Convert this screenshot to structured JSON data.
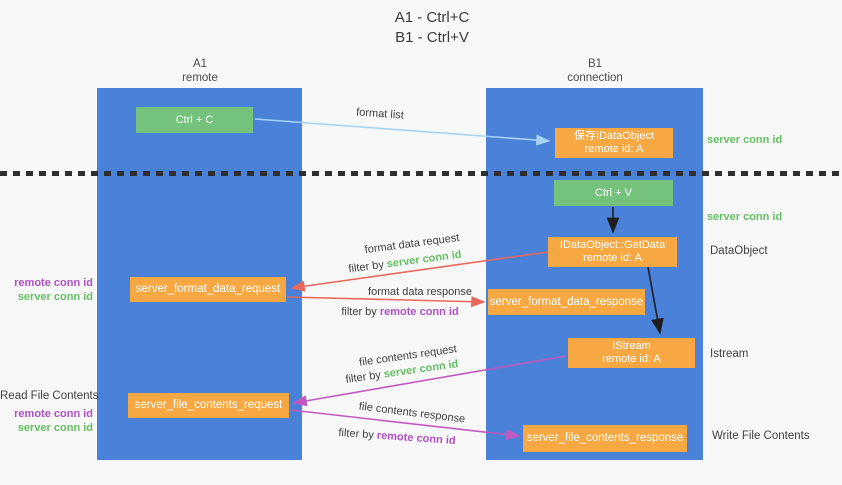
{
  "title": {
    "line1": "A1 - Ctrl+C",
    "line2": "B1 - Ctrl+V"
  },
  "columns": {
    "a1": {
      "title": "A1",
      "subtitle": "remote"
    },
    "b1": {
      "title": "B1",
      "subtitle": "connection"
    }
  },
  "boxes": {
    "ctrl_c": {
      "label": "Ctrl + C"
    },
    "ctrl_v": {
      "label": "Ctrl + V"
    },
    "save_dataobject": {
      "line1": "保存IDataObject",
      "line2": "remote id: A"
    },
    "getdata": {
      "line1": "IDataObject::GetData",
      "line2": "remote id: A"
    },
    "istream": {
      "line1": "IStream",
      "line2": "remote id: A"
    },
    "server_format_data_request": {
      "label": "server_format_data_request"
    },
    "server_format_data_response": {
      "label": "server_format_data_response"
    },
    "server_file_contents_request": {
      "label": "server_file_contents_request"
    },
    "server_file_contents_response": {
      "label": "server_file_contents_response"
    }
  },
  "annotations": {
    "server_conn_id_top": "server conn id",
    "server_conn_id_mid": "server conn id",
    "dataobject": "DataObject",
    "istream": "Istream",
    "write_file_contents": "Write File Contents",
    "read_file_contents": "Read File Contents",
    "format_group": {
      "remote_conn_id": "remote conn id",
      "server_conn_id": "server conn id"
    },
    "file_group": {
      "remote_conn_id": "remote conn id",
      "server_conn_id": "server conn id"
    }
  },
  "arrows": {
    "format_list": {
      "label": "format list"
    },
    "format_data_request": {
      "label": "format data request",
      "filter_prefix": "filter by ",
      "filter_id": "server conn id"
    },
    "format_data_response": {
      "label": "format data response",
      "filter_prefix": "filter by ",
      "filter_id": "remote conn id"
    },
    "file_contents_request": {
      "label": "file contents request",
      "filter_prefix": "filter by ",
      "filter_id": "server conn id"
    },
    "file_contents_response": {
      "label": "file contents response",
      "filter_prefix": "filter by ",
      "filter_id": "remote conn id"
    }
  },
  "colors": {
    "column_blue": "#4a81d9",
    "box_green": "#74c27b",
    "box_orange": "#f8a843",
    "arrow_light_blue": "#a5d3f3",
    "arrow_salmon": "#e8685c",
    "arrow_magenta": "#c158c1",
    "arrow_black": "#1e1e1e",
    "text_green": "#62c162",
    "text_purple": "#b14fc6",
    "text_dark": "#3f3f3f"
  }
}
